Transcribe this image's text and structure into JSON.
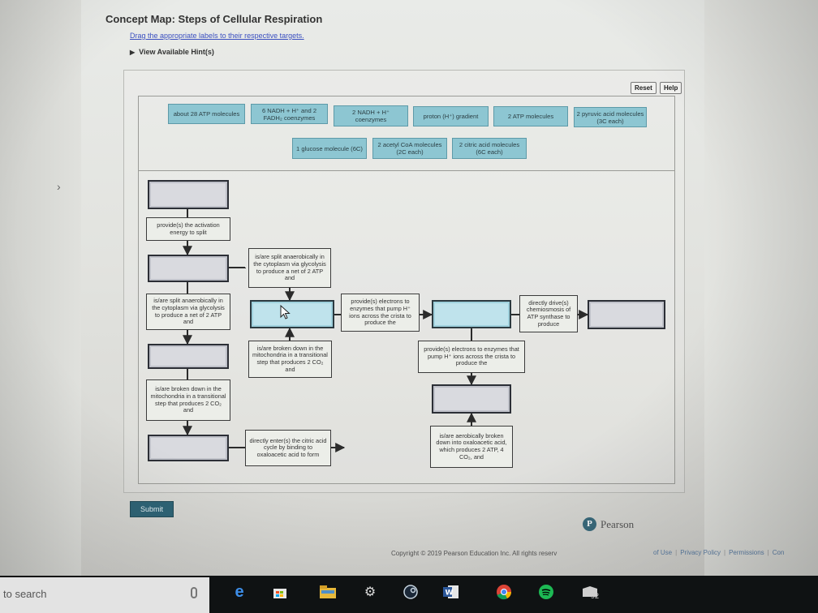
{
  "page": {
    "title": "Concept Map: Steps of Cellular Respiration",
    "instruction": "Drag the appropriate labels to their respective targets.",
    "hints_toggle": "View Available Hint(s)",
    "reset_label": "Reset",
    "help_label": "Help",
    "submit_label": "Submit"
  },
  "label_bank": [
    {
      "id": "l1",
      "text": "about 28 ATP molecules"
    },
    {
      "id": "l2",
      "text": "6 NADH + H⁺ and 2 FADH₂ coenzymes"
    },
    {
      "id": "l3",
      "text": "2 NADH + H⁺ coenzymes"
    },
    {
      "id": "l4",
      "text": "proton (H⁺) gradient"
    },
    {
      "id": "l5",
      "text": "2 ATP molecules"
    },
    {
      "id": "l6",
      "text": "2 pyruvic acid molecules (3C each)"
    },
    {
      "id": "l7",
      "text": "1 glucose molecule (6C)"
    },
    {
      "id": "l8",
      "text": "2 acetyl CoA molecules (2C each)"
    },
    {
      "id": "l9",
      "text": "2 citric acid molecules (6C each)"
    }
  ],
  "linking_phrases": {
    "p1": "provide(s) the activation energy to split",
    "p2": "is/are split anaerobically in the cytoplasm via glycolysis to produce a net of 2 ATP and",
    "p3": "is/are split anaerobically in the cytoplasm via glycolysis to produce a net of 2 ATP and",
    "p4": "provide(s) electrons to enzymes that pump H⁺ ions across the crista to produce the",
    "p5": "directly drive(s) chemiosmosis of ATP synthase to produce",
    "p6": "is/are broken down in the mitochondria in a transitional step that produces 2 CO₂ and",
    "p7": "provide(s) electrons to enzymes that pump H⁺ ions across the crista to produce the",
    "p8": "is/are broken down in the mitochondria in a transitional step that produces 2 CO₂ and",
    "p9": "directly enter(s) the citric acid cycle by binding to oxaloacetic acid to form",
    "p10": "is/are aerobically broken down into oxaloacetic acid, which produces 2 ATP, 4 CO₂, and"
  },
  "footer": {
    "brand": "Pearson",
    "copyright": "Copyright © 2019 Pearson Education Inc. All rights reserv",
    "terms": "of Use",
    "privacy": "Privacy Policy",
    "permissions": "Permissions",
    "contact": "Con"
  },
  "taskbar": {
    "search_text": "to search",
    "badge": "92"
  },
  "colors": {
    "tile": "#8dc6d2",
    "submit": "#2f6577",
    "link": "#3a4fc0"
  }
}
